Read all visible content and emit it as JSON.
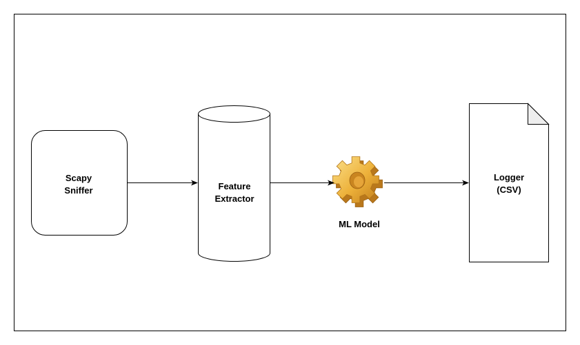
{
  "nodes": {
    "sniffer": {
      "line1": "Scapy",
      "line2": "Sniffer"
    },
    "extractor": {
      "line1": "Feature",
      "line2": "Extractor"
    },
    "model": {
      "label": "ML Model"
    },
    "logger": {
      "line1": "Logger",
      "line2": "(CSV)"
    }
  },
  "colors": {
    "stroke": "#000000",
    "fill": "#ffffff",
    "gear_light": "#F8D66A",
    "gear_mid": "#E9A82A",
    "gear_dark": "#B8741A"
  }
}
